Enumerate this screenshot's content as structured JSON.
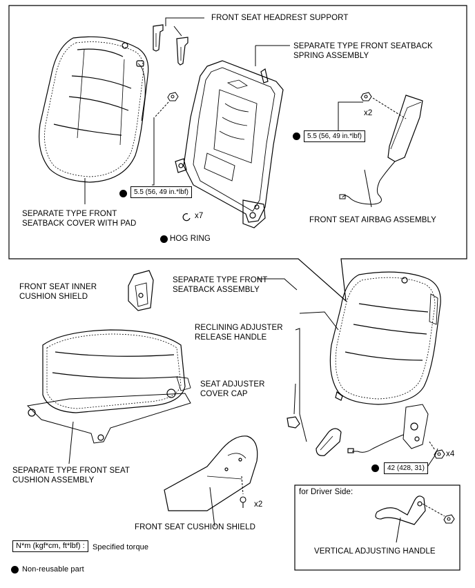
{
  "labels": {
    "headrest_support": "FRONT SEAT HEADREST SUPPORT",
    "spring_assembly": "SEPARATE TYPE FRONT SEATBACK\nSPRING ASSEMBLY",
    "seatback_cover": "SEPARATE TYPE FRONT\nSEATBACK COVER WITH PAD",
    "hog_ring_qty": "x7",
    "hog_ring": "HOG RING",
    "airbag_nut_qty": "x2",
    "airbag_assembly": "FRONT SEAT AIRBAG ASSEMBLY",
    "inner_cushion_shield": "FRONT SEAT INNER\nCUSHION SHIELD",
    "seatback_assembly": "SEPARATE TYPE FRONT\nSEATBACK ASSEMBLY",
    "reclining_handle": "RECLINING ADJUSTER\nRELEASE HANDLE",
    "cover_cap": "SEAT ADJUSTER\nCOVER CAP",
    "cushion_assembly": "SEPARATE TYPE FRONT SEAT\nCUSHION ASSEMBLY",
    "cushion_shield": "FRONT SEAT CUSHION SHIELD",
    "cushion_shield_qty": "x2",
    "bolt_qty": "x4",
    "driver_side": "for Driver Side:",
    "vertical_handle": "VERTICAL ADJUSTING HANDLE",
    "legend_torque_box": "N*m (kgf*cm, ft*lbf) :",
    "legend_torque_text": "Specified torque",
    "legend_nonreusable": "Non-reusable part"
  },
  "torques": {
    "frame_nut": "5.5 (56, 49 in.*lbf)",
    "airbag_nut": "5.5 (56, 49 in.*lbf)",
    "seat_bolt": "42 (428, 31)"
  }
}
